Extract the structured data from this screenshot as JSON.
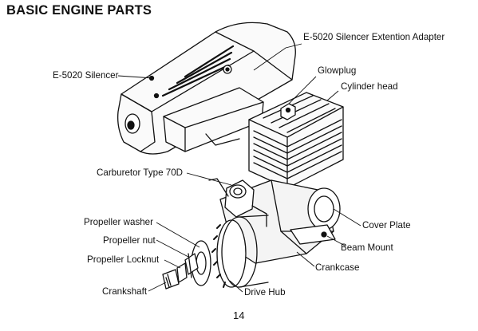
{
  "title": "BASIC ENGINE PARTS",
  "page_number": "14",
  "labels": {
    "silencer": "E-5020 Silencer",
    "adapter": "E-5020 Silencer Extention Adapter",
    "glowplug": "Glowplug",
    "cylinder_head": "Cylinder head",
    "carburetor": "Carburetor Type 70D",
    "cover_plate": "Cover Plate",
    "propeller_washer": "Propeller washer",
    "propeller_nut": "Propeller nut",
    "beam_mount": "Beam Mount",
    "propeller_locknut": "Propeller Locknut",
    "crankcase": "Crankcase",
    "crankshaft": "Crankshaft",
    "drive_hub": "Drive Hub"
  },
  "colors": {
    "ink": "#111111",
    "paper": "#ffffff",
    "shade": "#e6e6e6"
  }
}
